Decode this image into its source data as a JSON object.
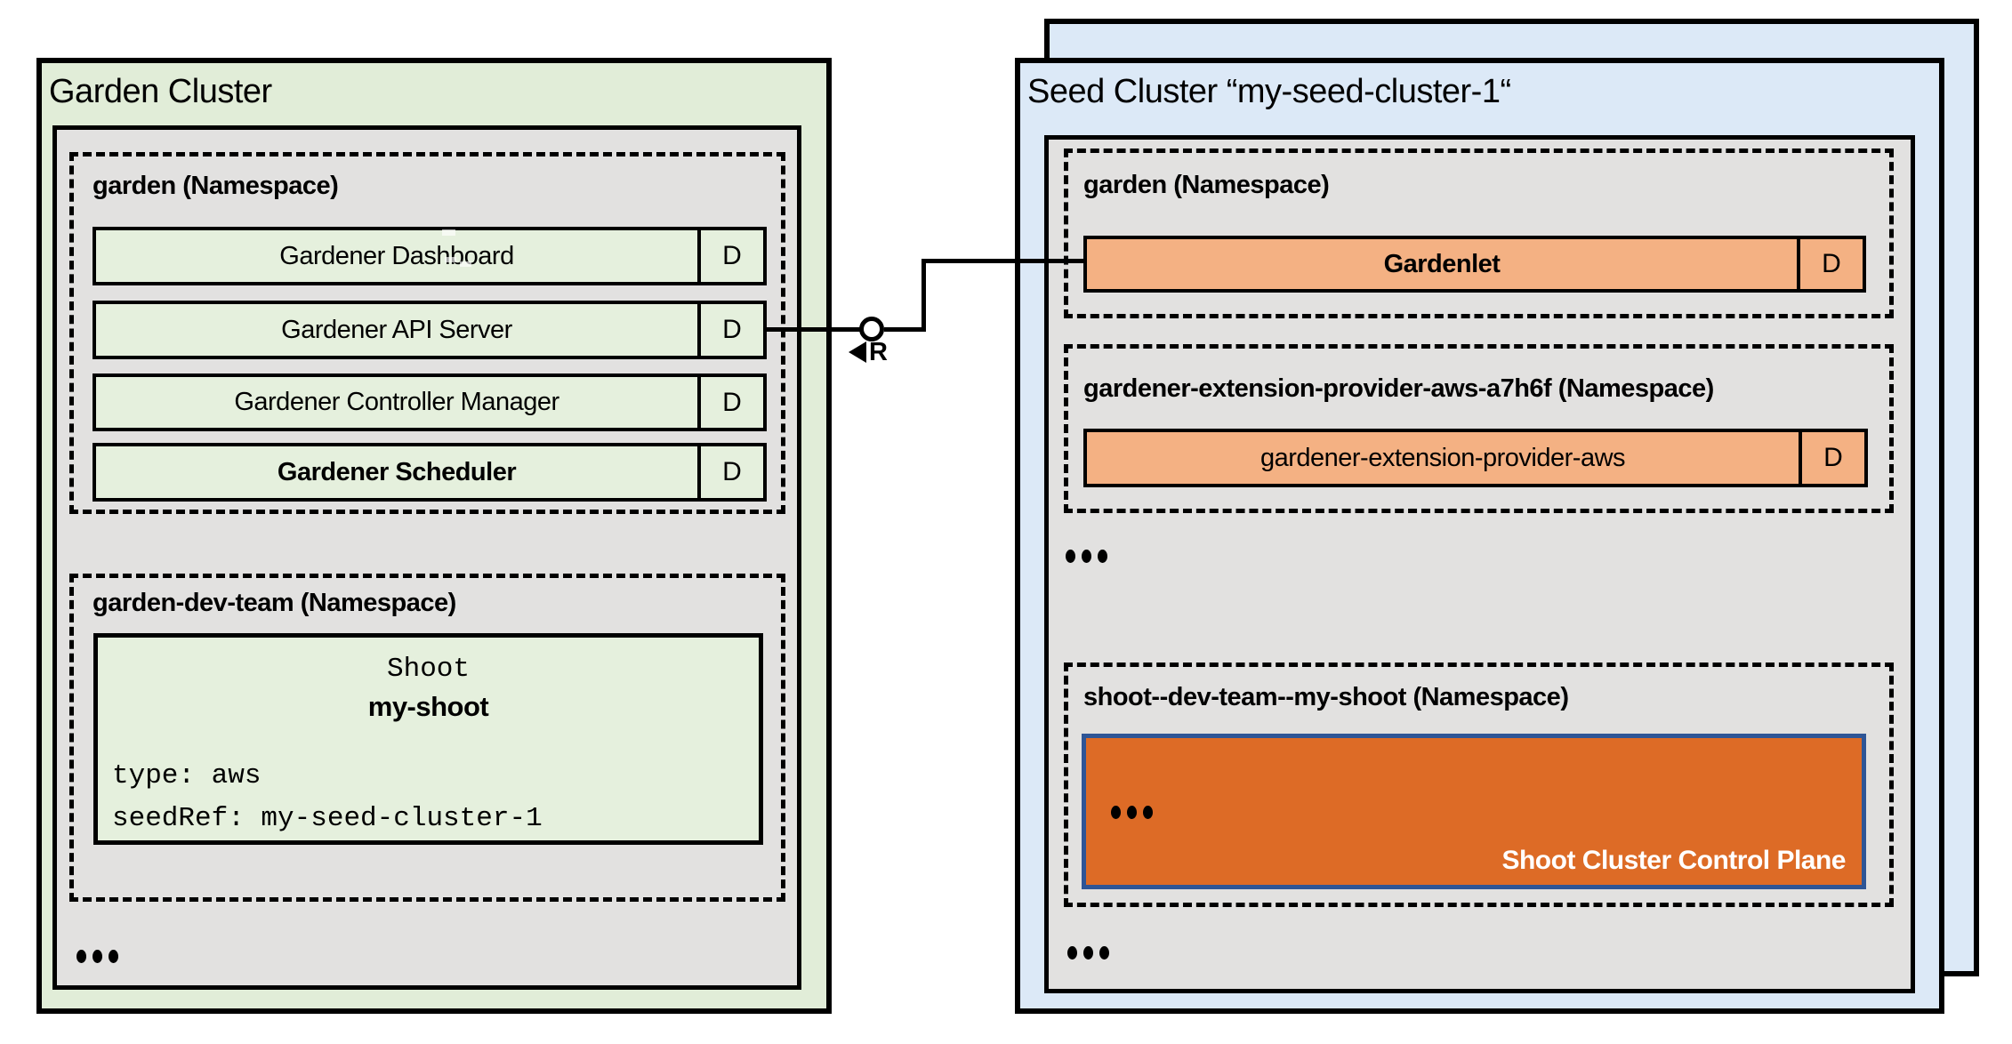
{
  "garden_cluster": {
    "title": "Garden Cluster",
    "garden_namespace": {
      "label": "garden (Namespace)",
      "components": [
        {
          "name": "Gardener Dashboard",
          "badge": "D"
        },
        {
          "name": "Gardener API Server",
          "badge": "D"
        },
        {
          "name": "Gardener Controller Manager",
          "badge": "D"
        },
        {
          "name": "Gardener Scheduler",
          "badge": "D"
        }
      ]
    },
    "dev_team_namespace": {
      "label": "garden-dev-team (Namespace)",
      "shoot": {
        "kind": "Shoot",
        "name": "my-shoot",
        "spec_line_1": "type: aws",
        "spec_line_2": "seedRef: my-seed-cluster-1"
      }
    }
  },
  "seed_cluster": {
    "title": "Seed Cluster “my-seed-cluster-1“",
    "garden_namespace": {
      "label": "garden (Namespace)",
      "component": {
        "name": "Gardenlet",
        "badge": "D"
      }
    },
    "extension_namespace": {
      "label": "gardener-extension-provider-aws-a7h6f (Namespace)",
      "component": {
        "name": "gardener-extension-provider-aws",
        "badge": "D"
      }
    },
    "shoot_namespace": {
      "label": "shoot--dev-team--my-shoot (Namespace)",
      "control_plane": {
        "label": "Shoot Cluster Control Plane"
      }
    }
  },
  "connector": {
    "label": "R"
  },
  "colors": {
    "garden_bg": "#e1edd8",
    "row_green": "#e5f0dd",
    "namespace_gray": "#e2e1e0",
    "seed_bg": "#dce9f7",
    "component_orange": "#f4b183",
    "control_plane_orange": "#dd6b26",
    "control_plane_border": "#2e5596"
  }
}
